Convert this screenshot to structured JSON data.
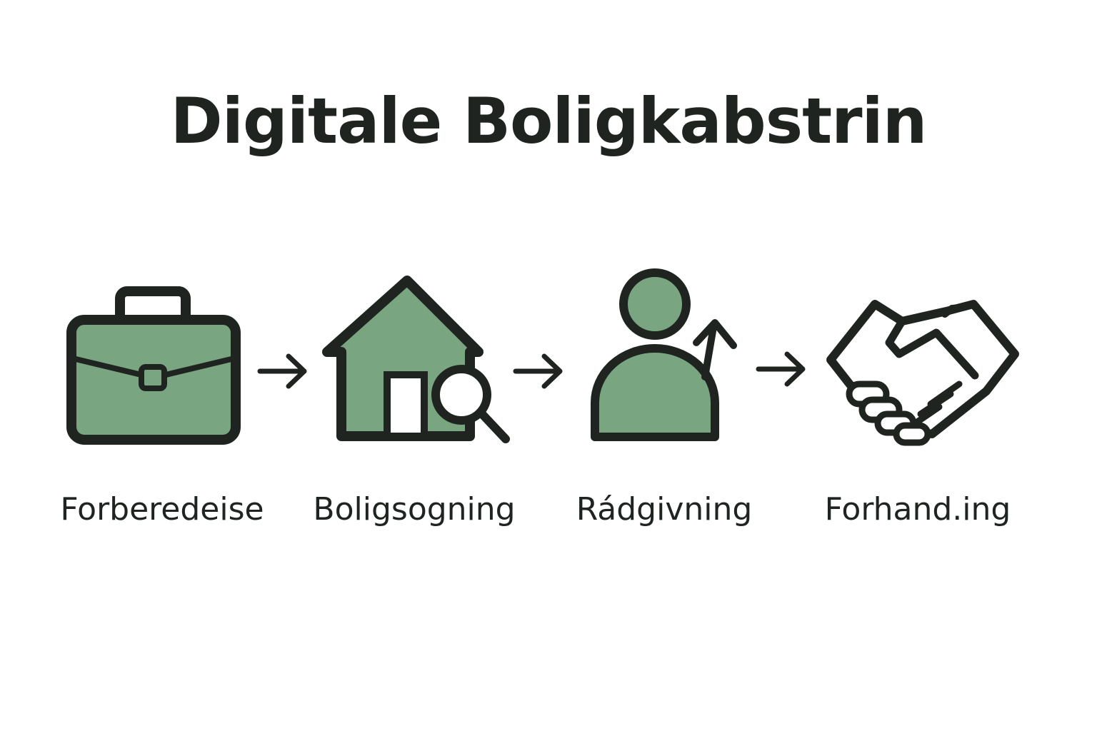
{
  "title": "Digitale Boligkabstrin",
  "colors": {
    "fill": "#7aa581",
    "stroke": "#1f2421",
    "background": "#ffffff"
  },
  "steps": [
    {
      "label": "Forberedeise",
      "icon": "briefcase-icon"
    },
    {
      "label": "Boligsogning",
      "icon": "house-search-icon"
    },
    {
      "label": "Rádgivning",
      "icon": "person-growth-icon"
    },
    {
      "label": "Forhand.ing",
      "icon": "handshake-icon"
    }
  ]
}
